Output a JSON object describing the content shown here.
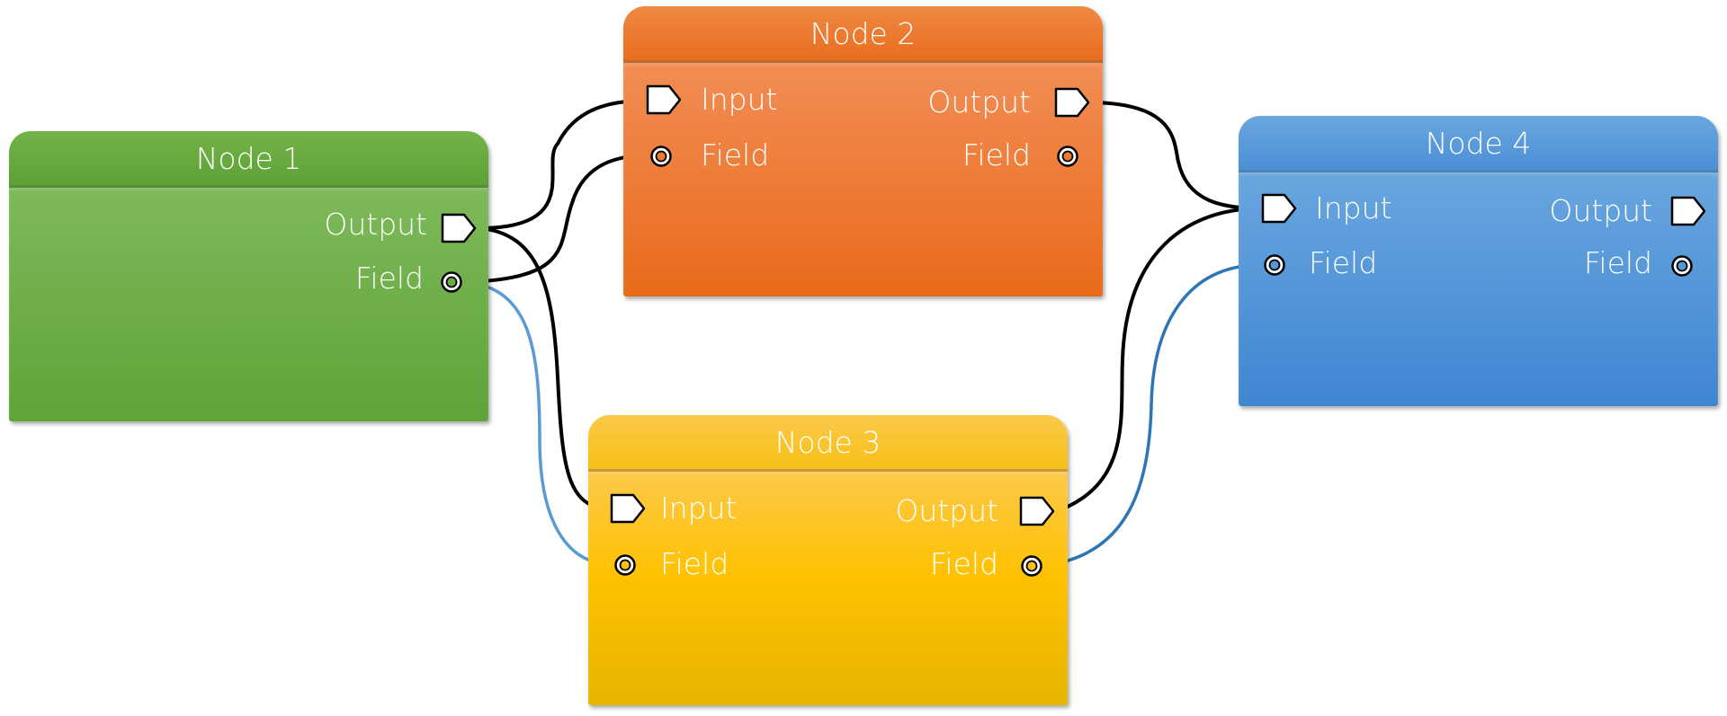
{
  "nodes": [
    {
      "id": "node-1",
      "title": "Node 1",
      "color": "#6aab42",
      "ports": {
        "output": "Output",
        "field_out": "Field"
      }
    },
    {
      "id": "node-2",
      "title": "Node 2",
      "color": "#ee7a30",
      "ports": {
        "input": "Input",
        "field_in": "Field",
        "output": "Output",
        "field_out": "Field"
      }
    },
    {
      "id": "node-3",
      "title": "Node 3",
      "color": "#fcc30f",
      "ports": {
        "input": "Input",
        "field_in": "Field",
        "output": "Output",
        "field_out": "Field"
      }
    },
    {
      "id": "node-4",
      "title": "Node 4",
      "color": "#5598da",
      "ports": {
        "input": "Input",
        "field_in": "Field",
        "output": "Output",
        "field_out": "Field"
      }
    }
  ],
  "connections": [
    {
      "from": "node-1.output",
      "to": "node-2.input",
      "kind": "flow",
      "color": "#000000"
    },
    {
      "from": "node-1.field",
      "to": "node-2.field",
      "kind": "data",
      "color": "#000000"
    },
    {
      "from": "node-1.output",
      "to": "node-3.input",
      "kind": "flow",
      "color": "#000000"
    },
    {
      "from": "node-1.field",
      "to": "node-3.field",
      "kind": "data",
      "color": "#5b9bd5"
    },
    {
      "from": "node-2.output",
      "to": "node-4.input",
      "kind": "flow",
      "color": "#000000"
    },
    {
      "from": "node-3.output",
      "to": "node-4.input",
      "kind": "flow",
      "color": "#000000"
    },
    {
      "from": "node-3.field",
      "to": "node-4.field",
      "kind": "data",
      "color": "#2e75b6"
    }
  ],
  "icons": {
    "flow_port": "flow-port-icon",
    "data_port": "field-port-icon"
  }
}
